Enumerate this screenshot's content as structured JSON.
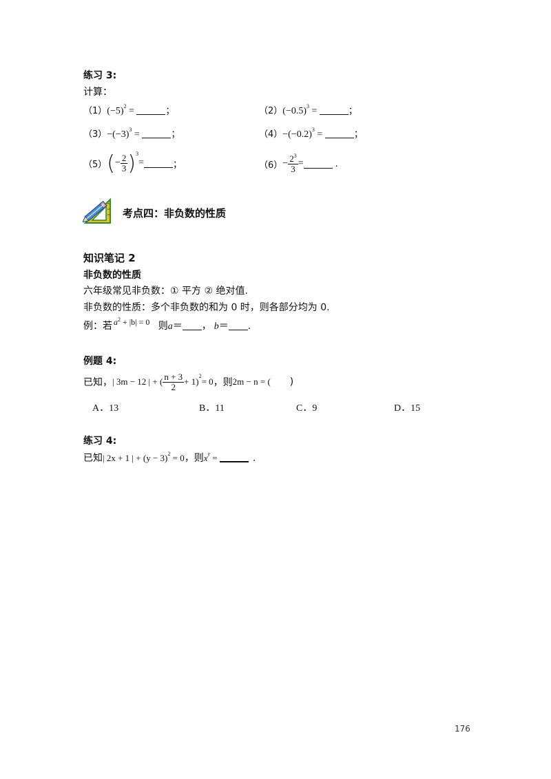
{
  "practice3": {
    "title": "练习 3:",
    "instruction": "计算：",
    "items": [
      {
        "num": "（1）",
        "expr_open": "(−5)",
        "exp": "2",
        "eq": " = ",
        "end": "；"
      },
      {
        "num": "（2）",
        "expr_open": "(−0.5)",
        "exp": "3",
        "eq": " = ",
        "end": "；"
      },
      {
        "num": "（3）",
        "expr_open": "−(−3)",
        "exp": "3",
        "eq": " = ",
        "end": "；"
      },
      {
        "num": "（4）",
        "expr_open": "−(−0.2)",
        "exp": "3",
        "eq": " = ",
        "end": "；"
      },
      {
        "num": "（5）",
        "neg": "−",
        "frac_num": "2",
        "frac_den": "3",
        "exp": "3",
        "eq": " = ",
        "end": "；"
      },
      {
        "num": "（6）",
        "neg": "−",
        "frac_num": "2",
        "frac_num_exp": "3",
        "frac_den": "3",
        "eq": " = ",
        "end": "."
      }
    ]
  },
  "section4": {
    "title": "考点四：非负数的性质"
  },
  "note": {
    "title": "知识笔记 2",
    "subtitle": "非负数的性质",
    "line1": "六年级常见非负数：①  平方  ②  绝对值.",
    "line2": "非负数的性质：多个非负数的和为 0 时，则各部分均为 0.",
    "example_prefix": "例：若",
    "example_expr_a": "a",
    "example_expr_exp": "2",
    "example_expr_rest": " + |b| = 0",
    "example_then": "则",
    "example_a": "a",
    "example_eq1": "＝",
    "example_comma": "，",
    "example_b": "b",
    "example_eq2": "＝",
    "example_end": "."
  },
  "example4": {
    "title": "例题 4:",
    "prefix": "已知，",
    "abs_expr": "| 3m − 12 | + (",
    "frac_num": "n + 3",
    "frac_den": "2",
    "after_frac": " + 1)",
    "exp": "2",
    "eq_zero": " = 0",
    "then": "，则",
    "target": "2m − n = (",
    "close": ")",
    "options": [
      {
        "label": "A．13"
      },
      {
        "label": "B．11"
      },
      {
        "label": "C．9"
      },
      {
        "label": "D．15"
      }
    ]
  },
  "practice4": {
    "title": "练习 4:",
    "prefix": "已知",
    "expr": "| 2x + 1 | + (y − 3)",
    "exp": "2",
    "eq_zero": " = 0",
    "then": "，则",
    "target_base": "x",
    "target_exp": "y",
    "target_eq": " = ",
    "end": "."
  },
  "page_number": "176",
  "colors": {
    "icon_green": "#2e8b2e",
    "icon_yellow": "#e8c020",
    "text": "#111111"
  }
}
